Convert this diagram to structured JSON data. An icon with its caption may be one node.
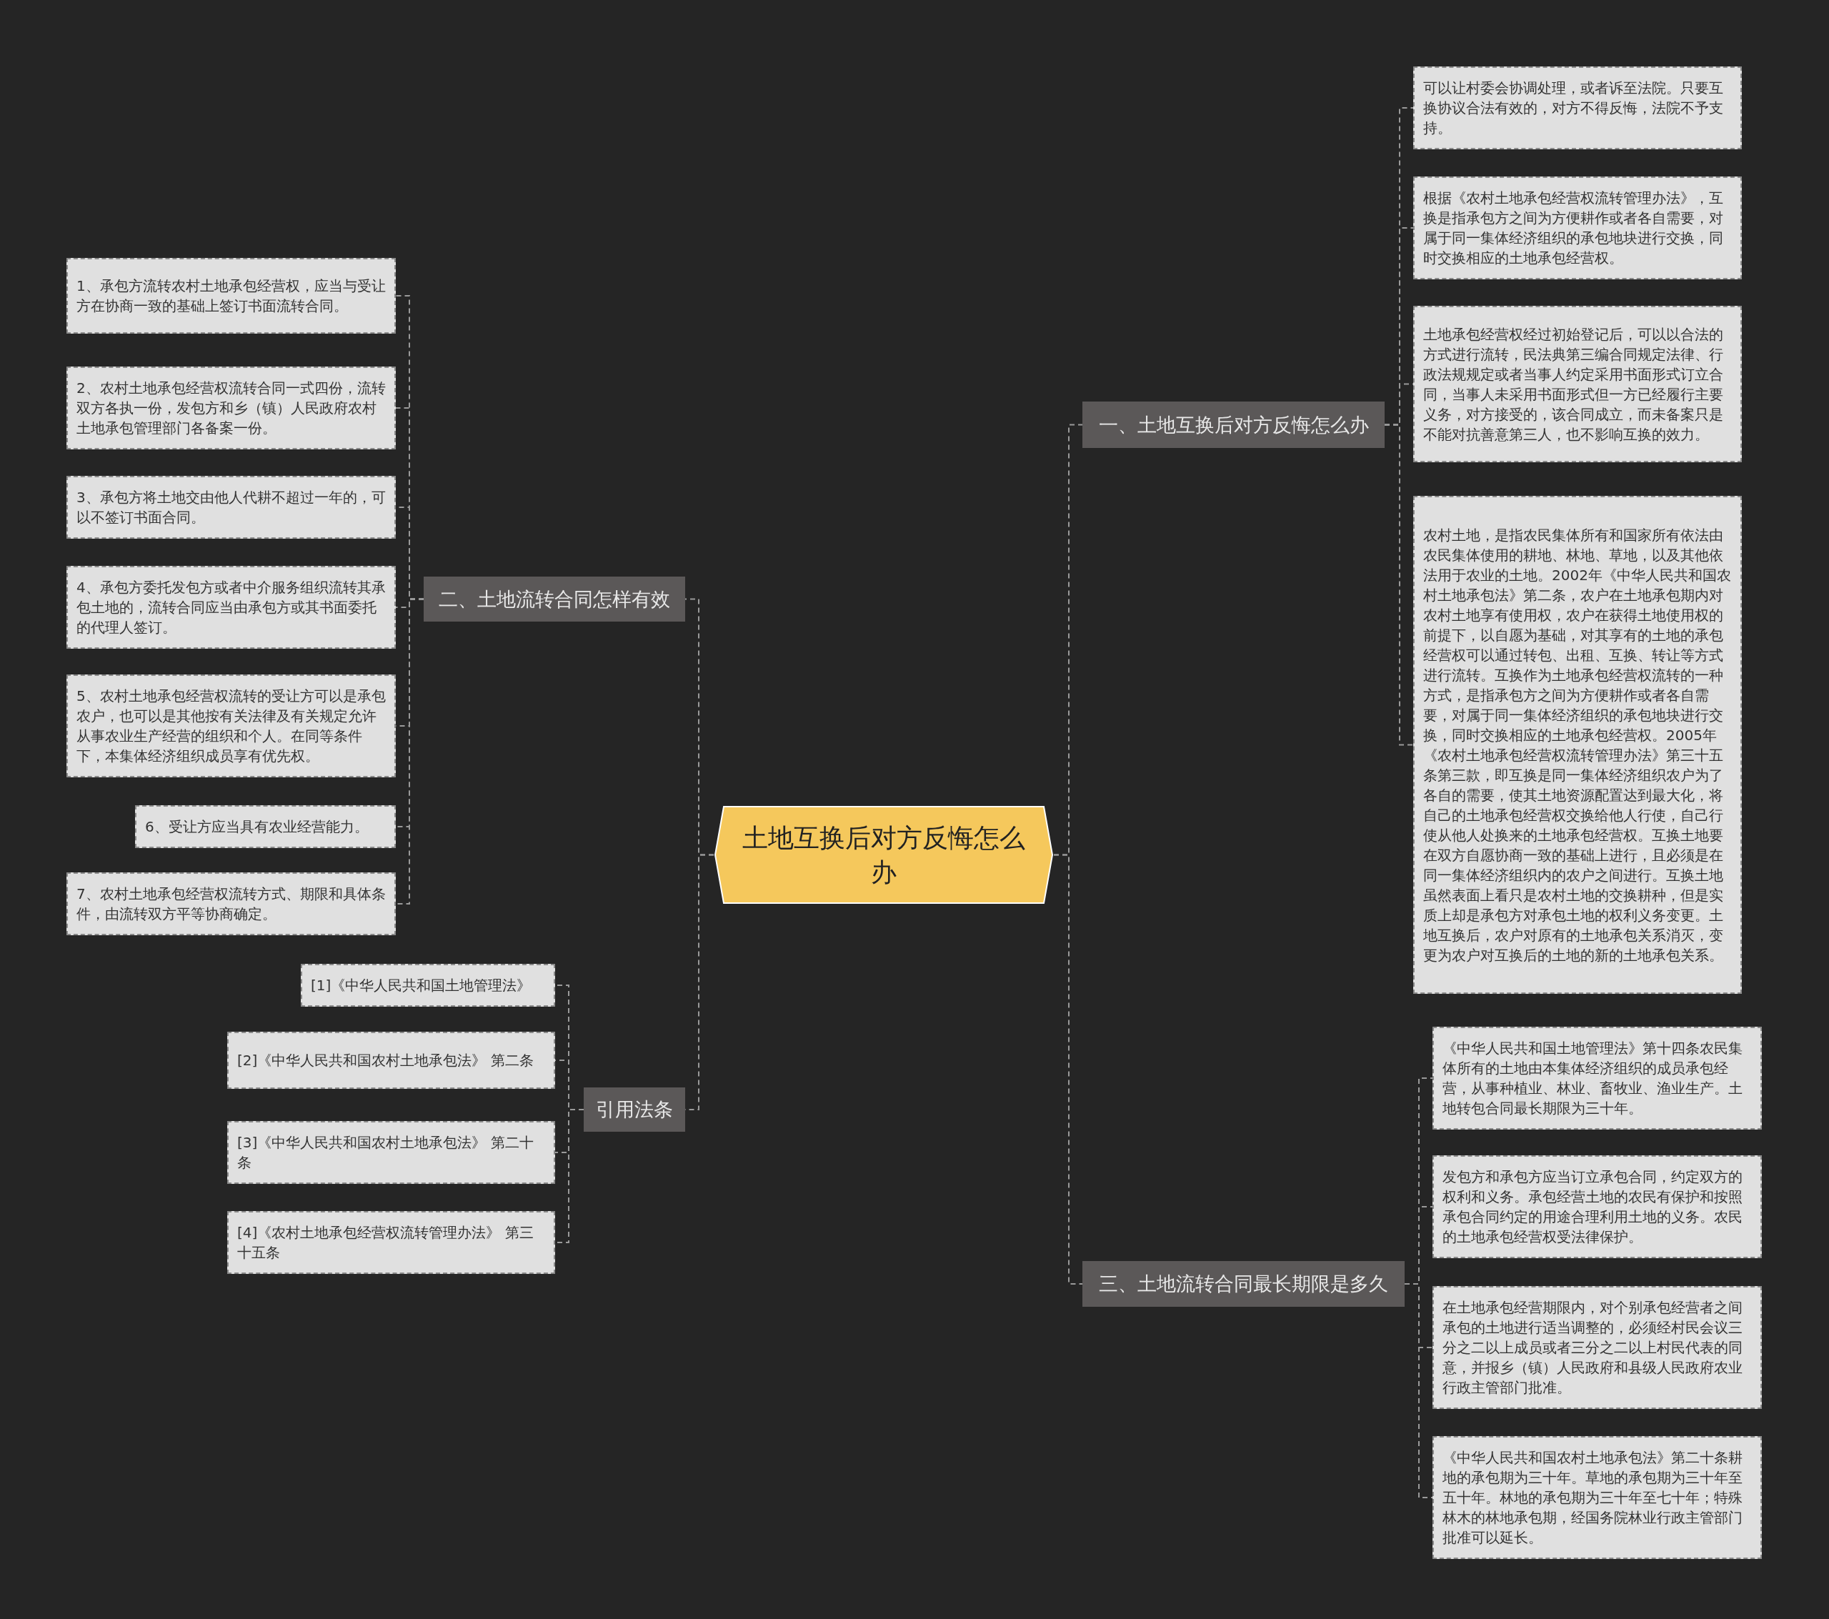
{
  "diagram": {
    "nodes": [
      {
        "text": [
          "土地互换后对方反悔怎么办"
        ]
      },
      {
        "text": [
          "一、土地互换后对方反悔怎么办"
        ]
      },
      {
        "text": [
          "可以让村委会协调处理，或者诉至法院。只要互换协议合法有效的，对方不得反悔，法院不予支持。"
        ]
      },
      {
        "text": [
          "根据《农村土地承包经营权流转管理办法》，互换是指承包方之间为方便耕作或者各自需要，对属于同一集体经济组织的承包地块进行交换，同时交换相应的土地承包经营权。"
        ]
      },
      {
        "text": [
          "土地承包经营权经过初始登记后，可以以合法的方式进行流转，民法典第三编合同规定法律、行政法规规定或者当事人约定采用书面形式订立合同，当事人未采用书面形式但一方已经履行主要义务，对方接受的，该合同成立，而未备案只是不能对抗善意第三人，也不影响互换的效力。"
        ]
      },
      {
        "text": [
          "农村土地，是指农民集体所有和国家所有依法由农民集体使用的耕地、林地、草地，以及其他依法用于农业的土地。2002年《中华人民共和国农村土地承包法》第二条，农户在土地承包期内对农村土地享有使用权，农户在获得土地使用权的前提下，以自愿为基础，对其享有的土地的承包经营权可以通过转包、出租、互换、转让等方式进行流转。互换作为土地承包经营权流转的一种方式，是指承包方之间为方便耕作或者各自需要，对属于同一集体经济组织的承包地块进行交换，同时交换相应的土地承包经营权。2005年《农村土地承包经营权流转管理办法》第三十五条第三款，即互换是同一集体经济组织农户为了各自的需要，使其土地资源配置达到最大化，将自己的土地承包经营权交换给他人行使，自己行使从他人处换来的土地承包经营权。互换土地要在双方自愿协商一致的基础上进行，且必须是在同一集体经济组织内的农户之间进行。互换土地虽然表面上看只是农村土地的交换耕种，但是实质上却是承包方对承包土地的权利义务变更。土地互换后，农户对原有的土地承包关系消灭，变更为农户对互换后的土地的新的土地承包关系。"
        ]
      },
      {
        "text": [
          "二、土地流转合同怎样有效"
        ]
      },
      {
        "text": [
          "1、承包方流转农村土地承包经营权，应当与受让方在协商一致的基础上签订书面流转合同。"
        ]
      },
      {
        "text": [
          "2、农村土地承包经营权流转合同一式四份，流转双方各执一份，发包方和乡（镇）人民政府农村土地承包管理部门各备案一份。"
        ]
      },
      {
        "text": [
          "3、承包方将土地交由他人代耕不超过一年的，可以不签订书面合同。"
        ]
      },
      {
        "text": [
          "4、承包方委托发包方或者中介服务组织流转其承包土地的，流转合同应当由承包方或其书面委托的代理人签订。"
        ]
      },
      {
        "text": [
          "5、农村土地承包经营权流转的受让方可以是承包农户，也可以是其他按有关法律及有关规定允许从事农业生产经营的组织和个人。在同等条件下，本集体经济组织成员享有优先权。"
        ]
      },
      {
        "text": [
          "6、受让方应当具有农业经营能力。"
        ]
      },
      {
        "text": [
          "7、农村土地承包经营权流转方式、期限和具体条件，由流转双方平等协商确定。"
        ]
      },
      {
        "text": [
          "引用法条"
        ]
      },
      {
        "text": [
          "[1]《中华人民共和国土地管理法》"
        ]
      },
      {
        "text": [
          "[2]《中华人民共和国农村土地承包法》 第二条"
        ]
      },
      {
        "text": [
          "[3]《中华人民共和国农村土地承包法》 第二十条"
        ]
      },
      {
        "text": [
          "[4]《农村土地承包经营权流转管理办法》 第三十五条"
        ]
      },
      {
        "text": [
          "三、土地流转合同最长期限是多久"
        ]
      },
      {
        "text": [
          "《中华人民共和国土地管理法》第十四条农民集体所有的土地由本集体经济组织的成员承包经营，从事种植业、林业、畜牧业、渔业生产。土地转包合同最长期限为三十年。"
        ]
      },
      {
        "text": [
          "发包方和承包方应当订立承包合同，约定双方的权利和义务。承包经营土地的农民有保护和按照承包合同约定的用途合理利用土地的义务。农民的土地承包经营权受法律保护。"
        ]
      },
      {
        "text": [
          "在土地承包经营期限内，对个别承包经营者之间承包的土地进行适当调整的，必须经村民会议三分之二以上成员或者三分之二以上村民代表的同意，并报乡（镇）人民政府和县级人民政府农业行政主管部门批准。"
        ]
      },
      {
        "text": [
          "《中华人民共和国农村土地承包法》第二十条耕地的承包期为三十年。草地的承包期为三十年至五十年。林地的承包期为三十年至七十年；特殊林木的林地承包期，经国务院林业行政主管部门批准可以延长。"
        ]
      }
    ],
    "edges": [
      {
        "from": 0,
        "to": 1,
        "arrow": "none"
      },
      {
        "from": 1,
        "to": 2,
        "arrow": "none"
      },
      {
        "from": 1,
        "to": 3,
        "arrow": "none"
      },
      {
        "from": 1,
        "to": 4,
        "arrow": "none"
      },
      {
        "from": 1,
        "to": 5,
        "arrow": "none"
      },
      {
        "from": 0,
        "to": 6,
        "arrow": "none"
      },
      {
        "from": 6,
        "to": 7,
        "arrow": "none"
      },
      {
        "from": 6,
        "to": 8,
        "arrow": "none"
      },
      {
        "from": 6,
        "to": 9,
        "arrow": "none"
      },
      {
        "from": 6,
        "to": 10,
        "arrow": "none"
      },
      {
        "from": 6,
        "to": 11,
        "arrow": "none"
      },
      {
        "from": 6,
        "to": 12,
        "arrow": "none"
      },
      {
        "from": 6,
        "to": 13,
        "arrow": "none"
      },
      {
        "from": 0,
        "to": 14,
        "arrow": "none"
      },
      {
        "from": 14,
        "to": 15,
        "arrow": "none"
      },
      {
        "from": 14,
        "to": 16,
        "arrow": "none"
      },
      {
        "from": 14,
        "to": 17,
        "arrow": "none"
      },
      {
        "from": 14,
        "to": 18,
        "arrow": "none"
      },
      {
        "from": 0,
        "to": 19,
        "arrow": "none"
      },
      {
        "from": 19,
        "to": 20,
        "arrow": "none"
      },
      {
        "from": 19,
        "to": 21,
        "arrow": "none"
      },
      {
        "from": 19,
        "to": 22,
        "arrow": "none"
      },
      {
        "from": 19,
        "to": 23,
        "arrow": "none"
      }
    ]
  }
}
